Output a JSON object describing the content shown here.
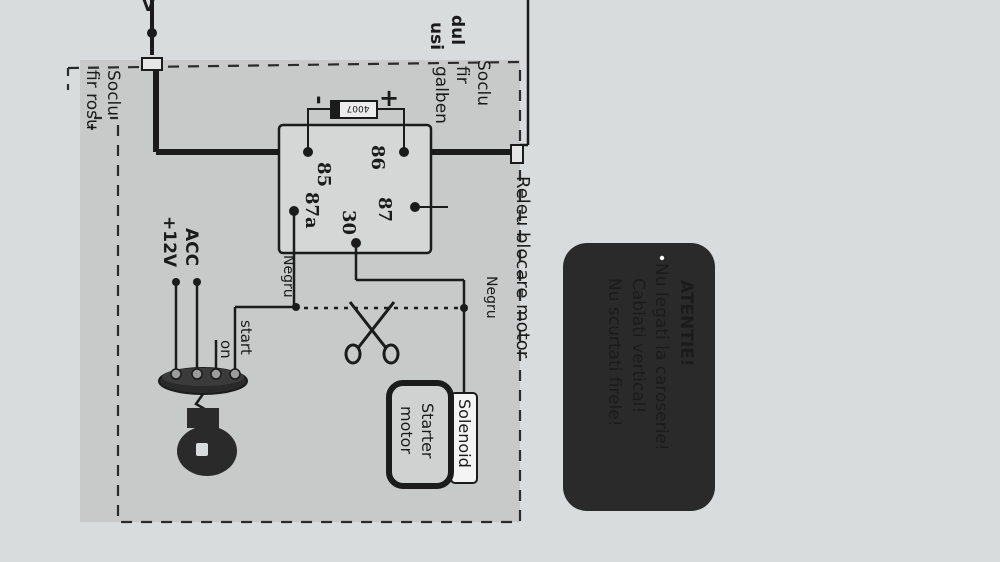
{
  "top_left": {
    "voltage_fragment": "V",
    "word_dul": "dul",
    "word_usi": "usi"
  },
  "relay": {
    "caption": "Releu blocare motor",
    "pins": {
      "p86": "86",
      "p85": "85",
      "p87": "87",
      "p87a": "87a",
      "p30": "30"
    },
    "diode": {
      "plus": "+",
      "minus": "-",
      "body": "4007"
    }
  },
  "socket_yellow": {
    "line1": "Soclu",
    "line2": "fir",
    "line3": "galben"
  },
  "socket_red": {
    "line1": "Soclu",
    "line2": "fir rosu"
  },
  "wires": {
    "negru_left": "Negru",
    "negru_right": "Negru"
  },
  "ignition": {
    "acc": "ACC",
    "plus12": "+12V",
    "on": "on",
    "start": "start"
  },
  "starter": {
    "solenoid": "Solenoid",
    "starter": "Starter",
    "motor": "motor"
  },
  "warning": {
    "title": "ATENTIE!",
    "lines": [
      "Nu legati la caroserie!",
      "Cablati vertical!",
      "Nu scurtati firele!"
    ]
  },
  "colors": {
    "paper": "#d9dcdc",
    "panel": "#c6c9c8",
    "ink": "#1b1b1b",
    "warning_bg": "#2a2a2a",
    "warning_text": "#ffffff"
  }
}
